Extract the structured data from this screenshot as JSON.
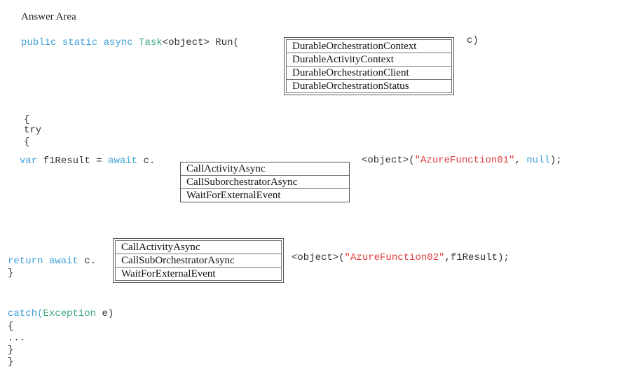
{
  "header": {
    "title": "Answer Area"
  },
  "line_run": {
    "public": "public",
    "static": "static",
    "async": "async",
    "task": "Task",
    "object": "<object>",
    "run": " Run(",
    "closing": "c)"
  },
  "dropdown1": {
    "options": [
      "DurableOrchestrationContext",
      "DurableActivityContext",
      "DurableOrchestrationClient",
      "DurableOrchestrationStatus"
    ]
  },
  "braces": {
    "open1": "{",
    "try": "try",
    "open2": "{"
  },
  "line_var": {
    "var": "var",
    "name": " f1Result = ",
    "await": "await",
    "prefix": " c.",
    "suffix_a": "<object>(",
    "string": "\"AzureFunction01\"",
    "suffix_b": ", ",
    "null": "null",
    "suffix_c": ");"
  },
  "dropdown2": {
    "options": [
      "CallActivityAsync",
      "CallSuborchestratorAsync",
      "WaitForExternalEvent"
    ]
  },
  "line_return": {
    "return": "return",
    "await": "await",
    "prefix": " c.",
    "suffix_a": "<object>(",
    "string": "\"AzureFunction02\"",
    "suffix_b": ",f1Result);",
    "close": "}"
  },
  "dropdown3": {
    "options": [
      "CallActivityAsync",
      "CallSubOrchestratorAsync",
      "WaitForExternalEvent"
    ]
  },
  "catch_block": {
    "catch": "catch(",
    "exception": "Exception",
    "var": " e)",
    "open": "{",
    "dots": "...",
    "close1": "}",
    "close2": "}"
  },
  "colors": {
    "keyword": "#3e9fd8",
    "type": "#3aa77a",
    "string": "#e03c3c"
  }
}
